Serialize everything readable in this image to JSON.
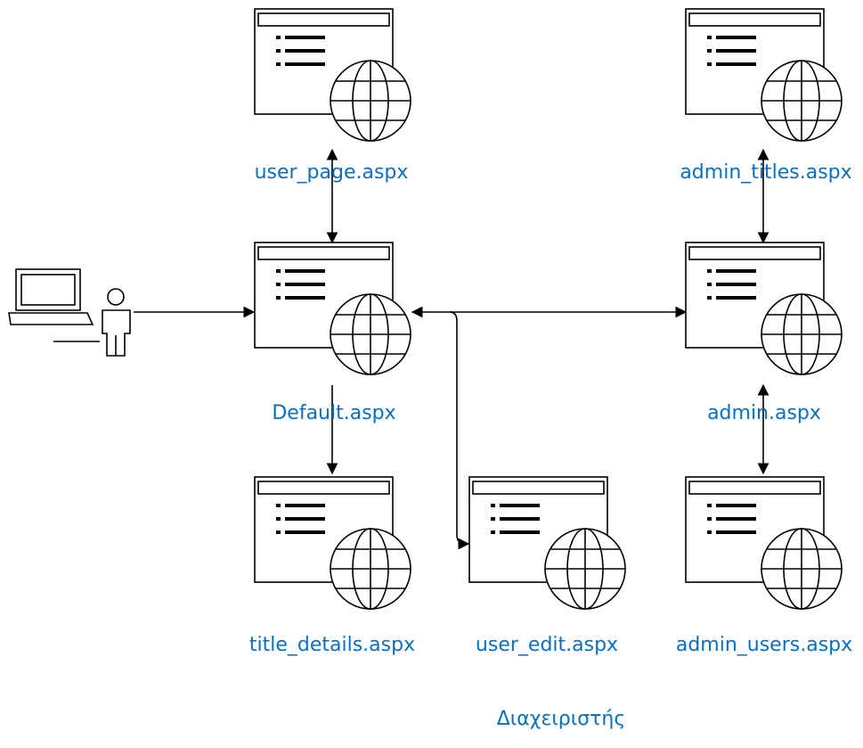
{
  "pages": {
    "user_page": "user_page.aspx",
    "admin_titles": "admin_titles.aspx",
    "default": "Default.aspx",
    "admin": "admin.aspx",
    "title_details": "title_details.aspx",
    "user_edit": "user_edit.aspx",
    "admin_users": "admin_users.aspx"
  },
  "caption": "Διαχειριστής",
  "colors": {
    "label": "#0a6fc2",
    "stroke": "#000000"
  }
}
